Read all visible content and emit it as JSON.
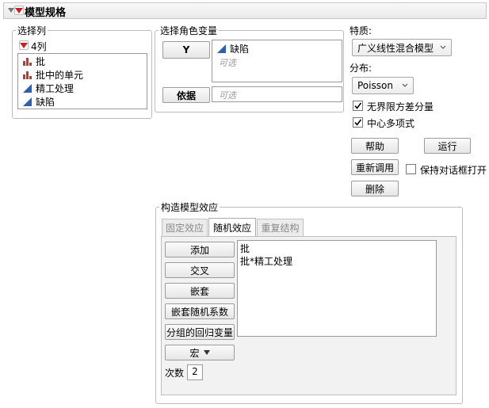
{
  "title": "模型规格",
  "select_columns": {
    "label": "选择列",
    "count_label": "4列",
    "items": [
      {
        "name": "批",
        "icon": "nominal-bar-icon"
      },
      {
        "name": "批中的单元",
        "icon": "nominal-bar-icon"
      },
      {
        "name": "精工处理",
        "icon": "continuous-triangle-icon"
      },
      {
        "name": "缺陷",
        "icon": "continuous-triangle-icon"
      }
    ]
  },
  "roles": {
    "label": "选择角色变量",
    "y_button": "Y",
    "y_value": "缺陷",
    "y_optional": "可选",
    "by_button": "依据",
    "by_placeholder": "可选"
  },
  "personality": {
    "label": "特质:",
    "value": "广义线性混合模型",
    "distribution_label": "分布:",
    "distribution_value": "Poisson",
    "unbounded_label": "无界限方差分量",
    "center_label": "中心多项式"
  },
  "actions": {
    "help": "帮助",
    "run": "运行",
    "recall": "重新调用",
    "keep_open": "保持对话框打开",
    "remove": "删除"
  },
  "effects": {
    "label": "构造模型效应",
    "tabs": [
      "固定效应",
      "随机效应",
      "重复结构"
    ],
    "buttons": {
      "add": "添加",
      "cross": "交叉",
      "nest": "嵌套",
      "nest_random": "嵌套随机系数",
      "grouped_regressors": "分组的回归变量",
      "macros": "宏"
    },
    "degree_label": "次数",
    "degree_value": "2",
    "list": [
      "批",
      "批*精工处理"
    ]
  },
  "colors": {
    "red_triangle": "#cc1f1f",
    "nominal_icon": "#c0392b",
    "continuous_icon": "#2f5fb0"
  }
}
